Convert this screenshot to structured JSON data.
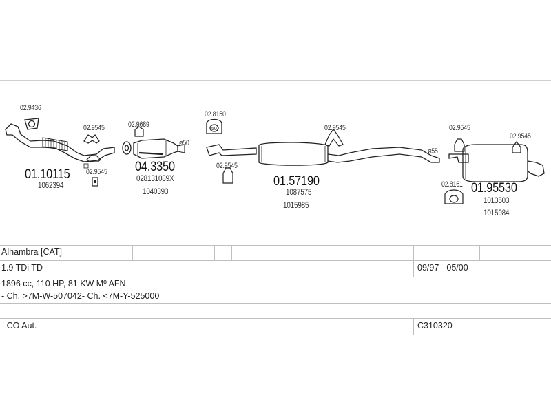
{
  "diagram": {
    "parts": [
      {
        "id": "p1",
        "code": "01.10115",
        "refs": [
          "1062394"
        ]
      },
      {
        "id": "p2",
        "code": "04.3350",
        "refs": [
          "028131089X",
          "1040393"
        ]
      },
      {
        "id": "p3",
        "code": "01.57190",
        "refs": [
          "1087575",
          "1015985"
        ]
      },
      {
        "id": "p4",
        "code": "01.95530",
        "refs": [
          "1013503",
          "1015984"
        ]
      }
    ],
    "accessories": [
      "02.9436",
      "02.9545",
      "02.9545",
      "02.9689",
      "02.8150",
      "02.9545",
      "02.9545",
      "02.9545",
      "02.9545",
      "02.8161"
    ],
    "diameters": [
      "ø50",
      "ø55"
    ]
  },
  "table": {
    "rows": [
      {
        "left": "Alhambra  [CAT]",
        "right": ""
      },
      {
        "left": "1.9 TDi TD",
        "right": "09/97 - 05/00"
      },
      {
        "left": "1896 cc, 110 HP, 81 KW Mº AFN -",
        "right": ""
      },
      {
        "left": "- Ch. >7M-W-507042- Ch. <7M-Y-525000",
        "right": ""
      },
      {
        "left": "",
        "right": ""
      },
      {
        "left": "- CO Aut.",
        "right": "C310320"
      }
    ]
  }
}
